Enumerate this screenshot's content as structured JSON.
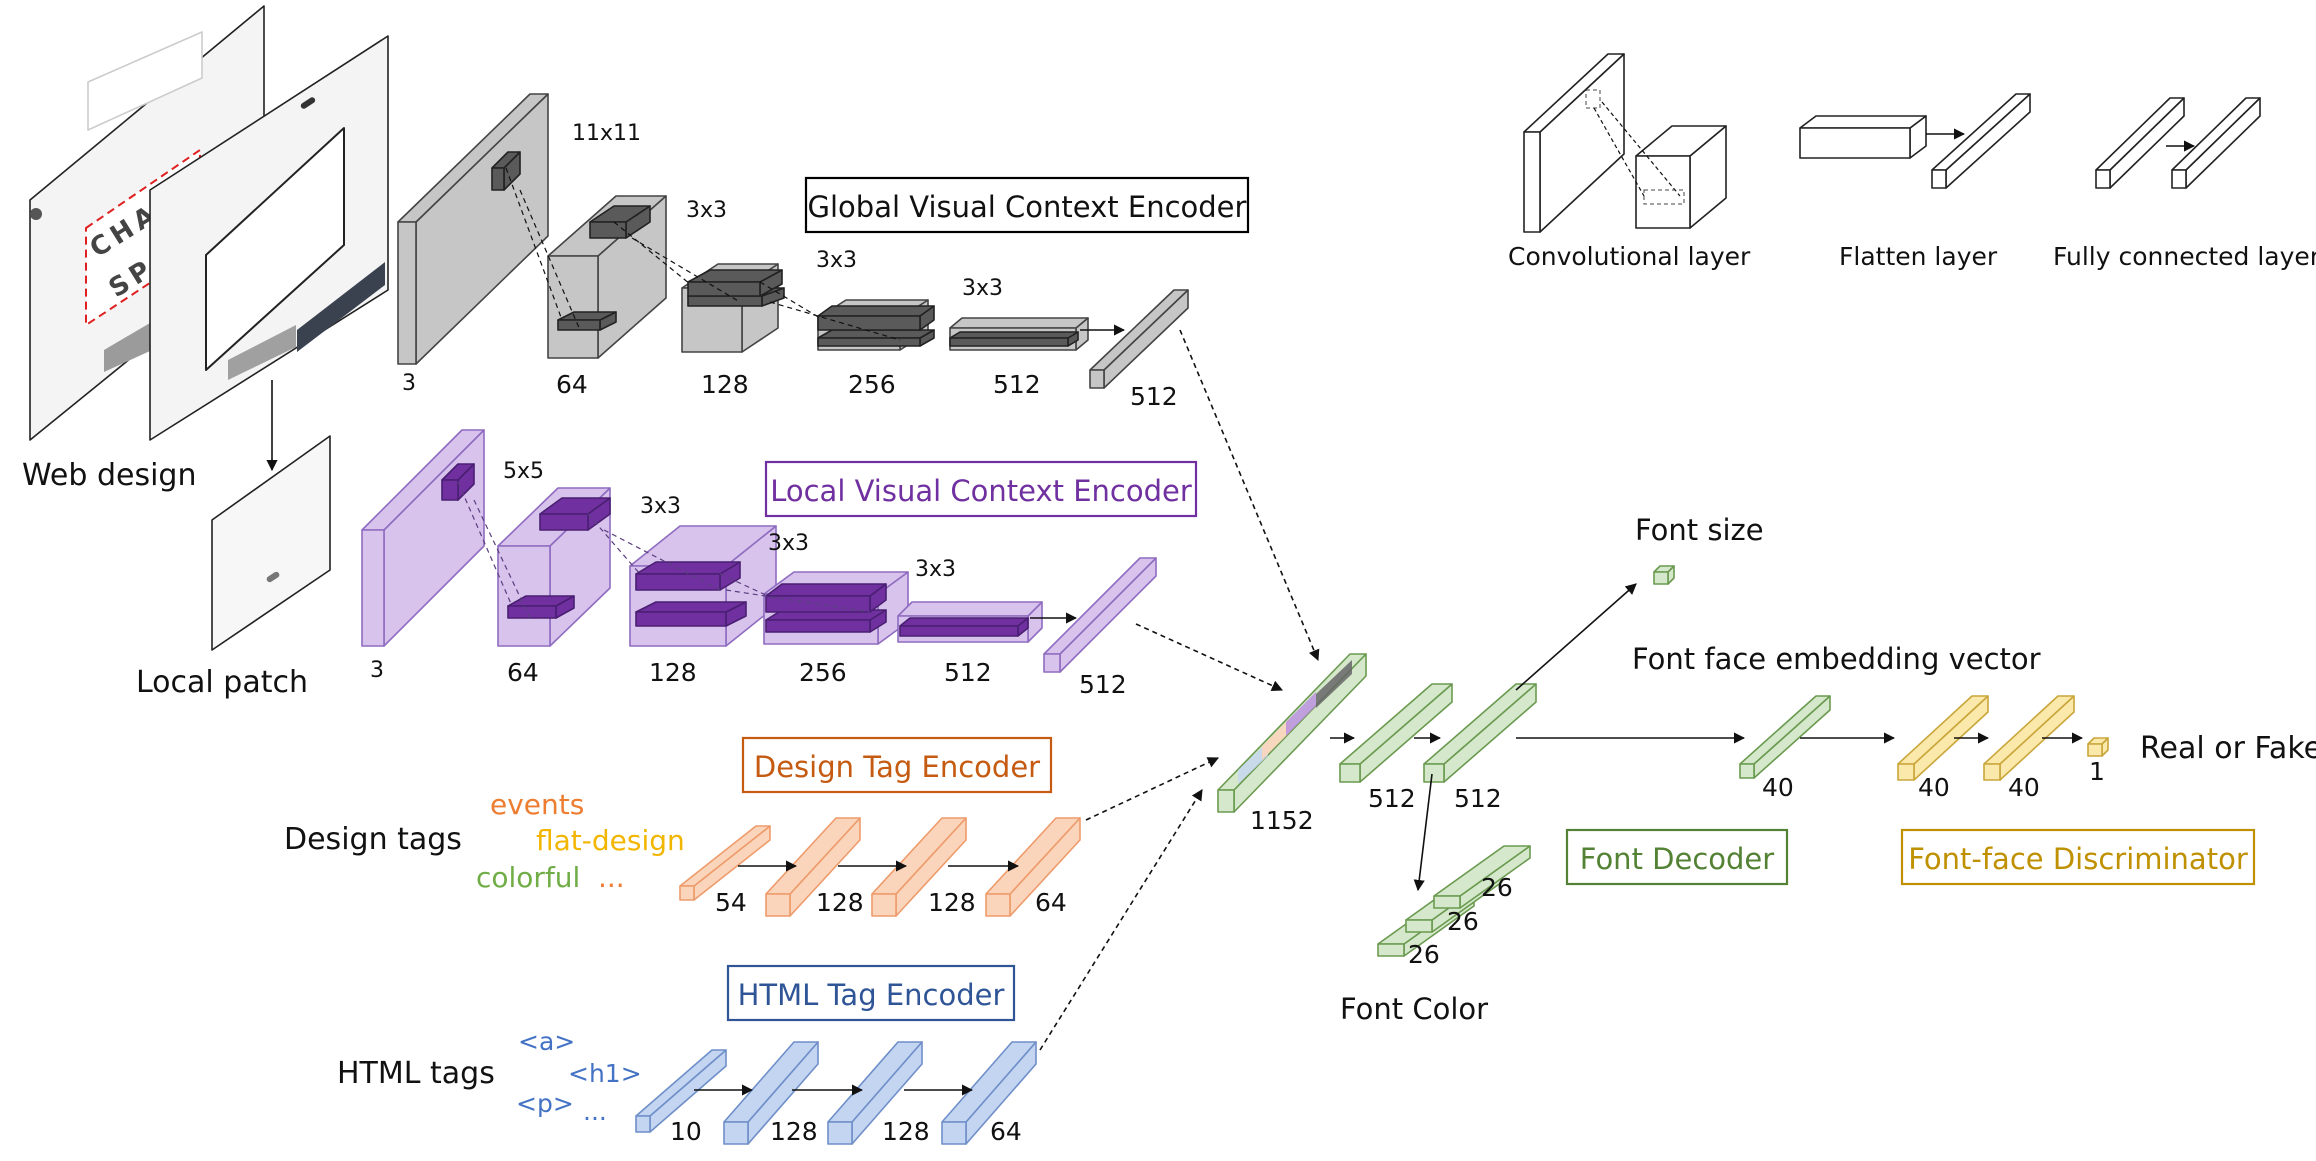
{
  "inputs": {
    "web_design": "Web design",
    "local_patch": "Local patch",
    "design_tags": "Design tags",
    "html_tags": "HTML tags",
    "web_text_1": "CHANGING",
    "web_text_2": "SPAC"
  },
  "encoders": {
    "global": "Global Visual Context Encoder",
    "local": "Local Visual Context Encoder",
    "design_tag": "Design Tag Encoder",
    "html_tag": "HTML Tag Encoder"
  },
  "global_labels": {
    "k1": "11x11",
    "k2": "3x3",
    "k3": "3x3",
    "k4": "3x3",
    "c1": "3",
    "c2": "64",
    "c3": "128",
    "c4": "256",
    "c5": "512",
    "c6": "512"
  },
  "local_labels": {
    "k1": "5x5",
    "k2": "3x3",
    "k3": "3x3",
    "k4": "3x3",
    "c1": "3",
    "c2": "64",
    "c3": "128",
    "c4": "256",
    "c5": "512",
    "c6": "512"
  },
  "design_tag_words": {
    "w1": "events",
    "w2": "flat-design",
    "w3": "colorful",
    "more": "..."
  },
  "design_tag_dims": {
    "d1": "54",
    "d2": "128",
    "d3": "128",
    "d4": "64"
  },
  "html_tag_words": {
    "a": "<a>",
    "h1": "<h1>",
    "p": "<p>",
    "more": "..."
  },
  "html_tag_dims": {
    "d1": "10",
    "d2": "128",
    "d3": "128",
    "d4": "64"
  },
  "decoder": {
    "concat": "1152",
    "fc1": "512",
    "fc2": "512",
    "font_size": "Font size",
    "font_face_vec": "Font face embedding vector",
    "vec_dim": "40",
    "color1": "26",
    "color2": "26",
    "color3": "26",
    "font_color": "Font Color",
    "title": "Font Decoder"
  },
  "discriminator": {
    "d1": "40",
    "d2": "40",
    "out": "1",
    "real_fake": "Real or Fake",
    "title": "Font-face Discriminator"
  },
  "legend": {
    "conv": "Convolutional layer",
    "flatten": "Flatten layer",
    "fc": "Fully connected layer"
  },
  "colors": {
    "gray": "#c6c6c6",
    "gray_kernel": "#5a5a5a",
    "purple": "#d7c3ec",
    "purple_edge": "#8f6cc0",
    "purple_kernel": "#7030a0",
    "orange": "#fbd5bb",
    "orange_edge": "#ee9b6b",
    "orange_text": "#ed7d31",
    "yellow_text": "#f2b600",
    "green": "#d5e8cc",
    "green_edge": "#6a9a4f",
    "green_text": "#70ad47",
    "blue": "#c4d5f1",
    "blue_edge": "#6f8fc9",
    "blue_text": "#4472c4",
    "yellow": "#fbe8ab",
    "yellow_edge": "#c9a63a",
    "global_border": "#000000",
    "local_border": "#7030a0",
    "design_border": "#c55a11",
    "html_border": "#2f5597",
    "decoder_border": "#548235",
    "discr_border": "#bf9000",
    "local_title": "#7030a0",
    "design_title": "#c55a11",
    "html_title": "#2f5597",
    "decoder_title": "#548235",
    "discr_title": "#bf9000"
  }
}
